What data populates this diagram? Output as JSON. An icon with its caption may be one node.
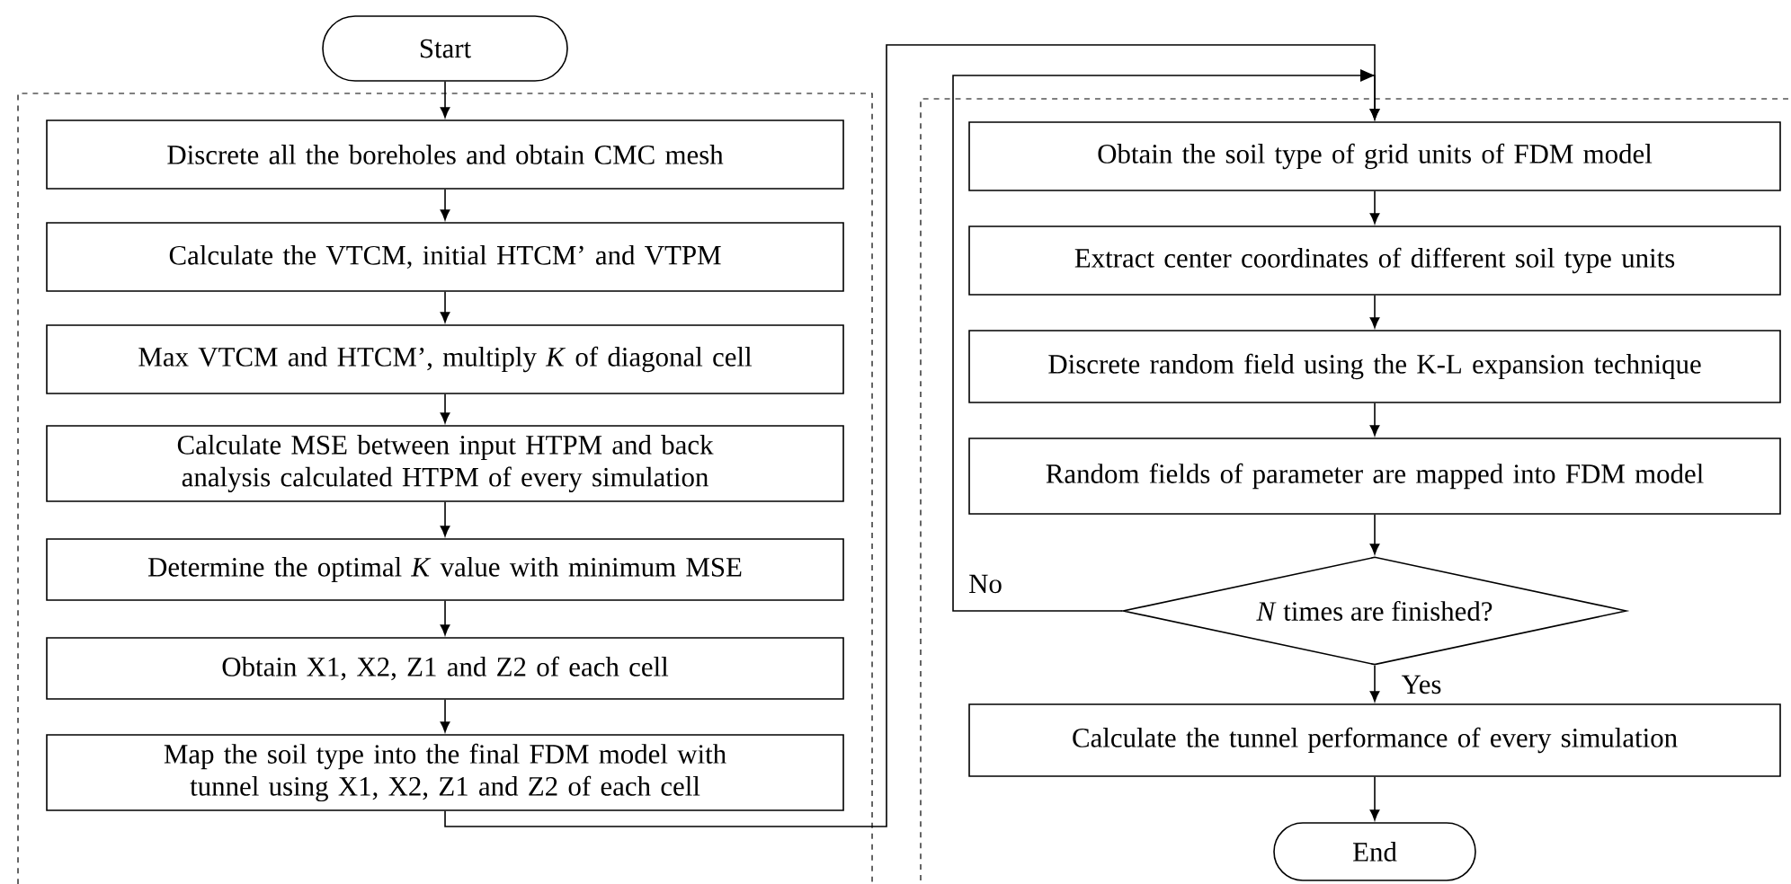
{
  "diagram": {
    "nodes": [
      {
        "text": [
          "Start"
        ]
      },
      {
        "text": [],
        "shape": "box"
      },
      {
        "text": [
          "Discrete all the boreholes and obtain CMC mesh"
        ],
        "in": 1
      },
      {
        "text": [
          "Calculate the VTCM, initial HTCM’ and VTPM"
        ],
        "in": 1
      },
      {
        "text": [
          "Max VTCM and HTCM’, multiply *K* of diagonal cell"
        ],
        "in": 1
      },
      {
        "text": [
          "Calculate MSE between input HTPM and back analysis calculated HTPM of every simulation"
        ],
        "in": 1
      },
      {
        "text": [
          "Determine the optimal *K* value with minimum MSE"
        ],
        "in": 1
      },
      {
        "text": [
          "Obtain X1, X2, Z1 and Z2 of each cell"
        ],
        "in": 1
      },
      {
        "text": [
          "Map the soil type into the final FDM model with tunnel using X1, X2, Z1 and Z2 of each cell"
        ],
        "in": 1
      },
      {
        "text": [],
        "shape": "box"
      },
      {
        "text": [
          "Obtain the soil type of grid units of FDM model"
        ],
        "in": 9
      },
      {
        "text": [
          "Extract center coordinates of different soil type units"
        ],
        "in": 9
      },
      {
        "text": [
          "Discrete random field using the K-L expansion technique"
        ],
        "in": 9
      },
      {
        "text": [
          "Random fields of parameter are mapped into FDM model"
        ],
        "in": 9
      },
      {
        "text": [
          "*N* times are finished?"
        ],
        "in": 9
      },
      {
        "text": [
          "Calculate the tunnel performance of every simulation"
        ],
        "in": 9
      },
      {
        "text": [
          "End"
        ],
        "in": 9
      }
    ],
    "edges": [
      {
        "from": 0,
        "to": 2,
        "arrow": "to"
      },
      {
        "from": 2,
        "to": 3,
        "arrow": "to"
      },
      {
        "from": 3,
        "to": 4,
        "arrow": "to"
      },
      {
        "from": 4,
        "to": 5,
        "arrow": "to"
      },
      {
        "from": 5,
        "to": 6,
        "arrow": "to"
      },
      {
        "from": 6,
        "to": 7,
        "arrow": "to"
      },
      {
        "from": 7,
        "to": 8,
        "arrow": "to"
      },
      {
        "from": 8,
        "to": 10,
        "arrow": "to"
      },
      {
        "from": 10,
        "to": 11,
        "arrow": "to"
      },
      {
        "from": 11,
        "to": 12,
        "arrow": "to"
      },
      {
        "from": 12,
        "to": 13,
        "arrow": "to"
      },
      {
        "from": 13,
        "to": 14,
        "arrow": "to"
      },
      {
        "from": 14,
        "to": 15,
        "arrow": "to",
        "label": "Yes"
      },
      {
        "from": 14,
        "to": 10,
        "arrow": "to",
        "label": "No"
      },
      {
        "from": 15,
        "to": 16,
        "arrow": "to"
      }
    ]
  }
}
